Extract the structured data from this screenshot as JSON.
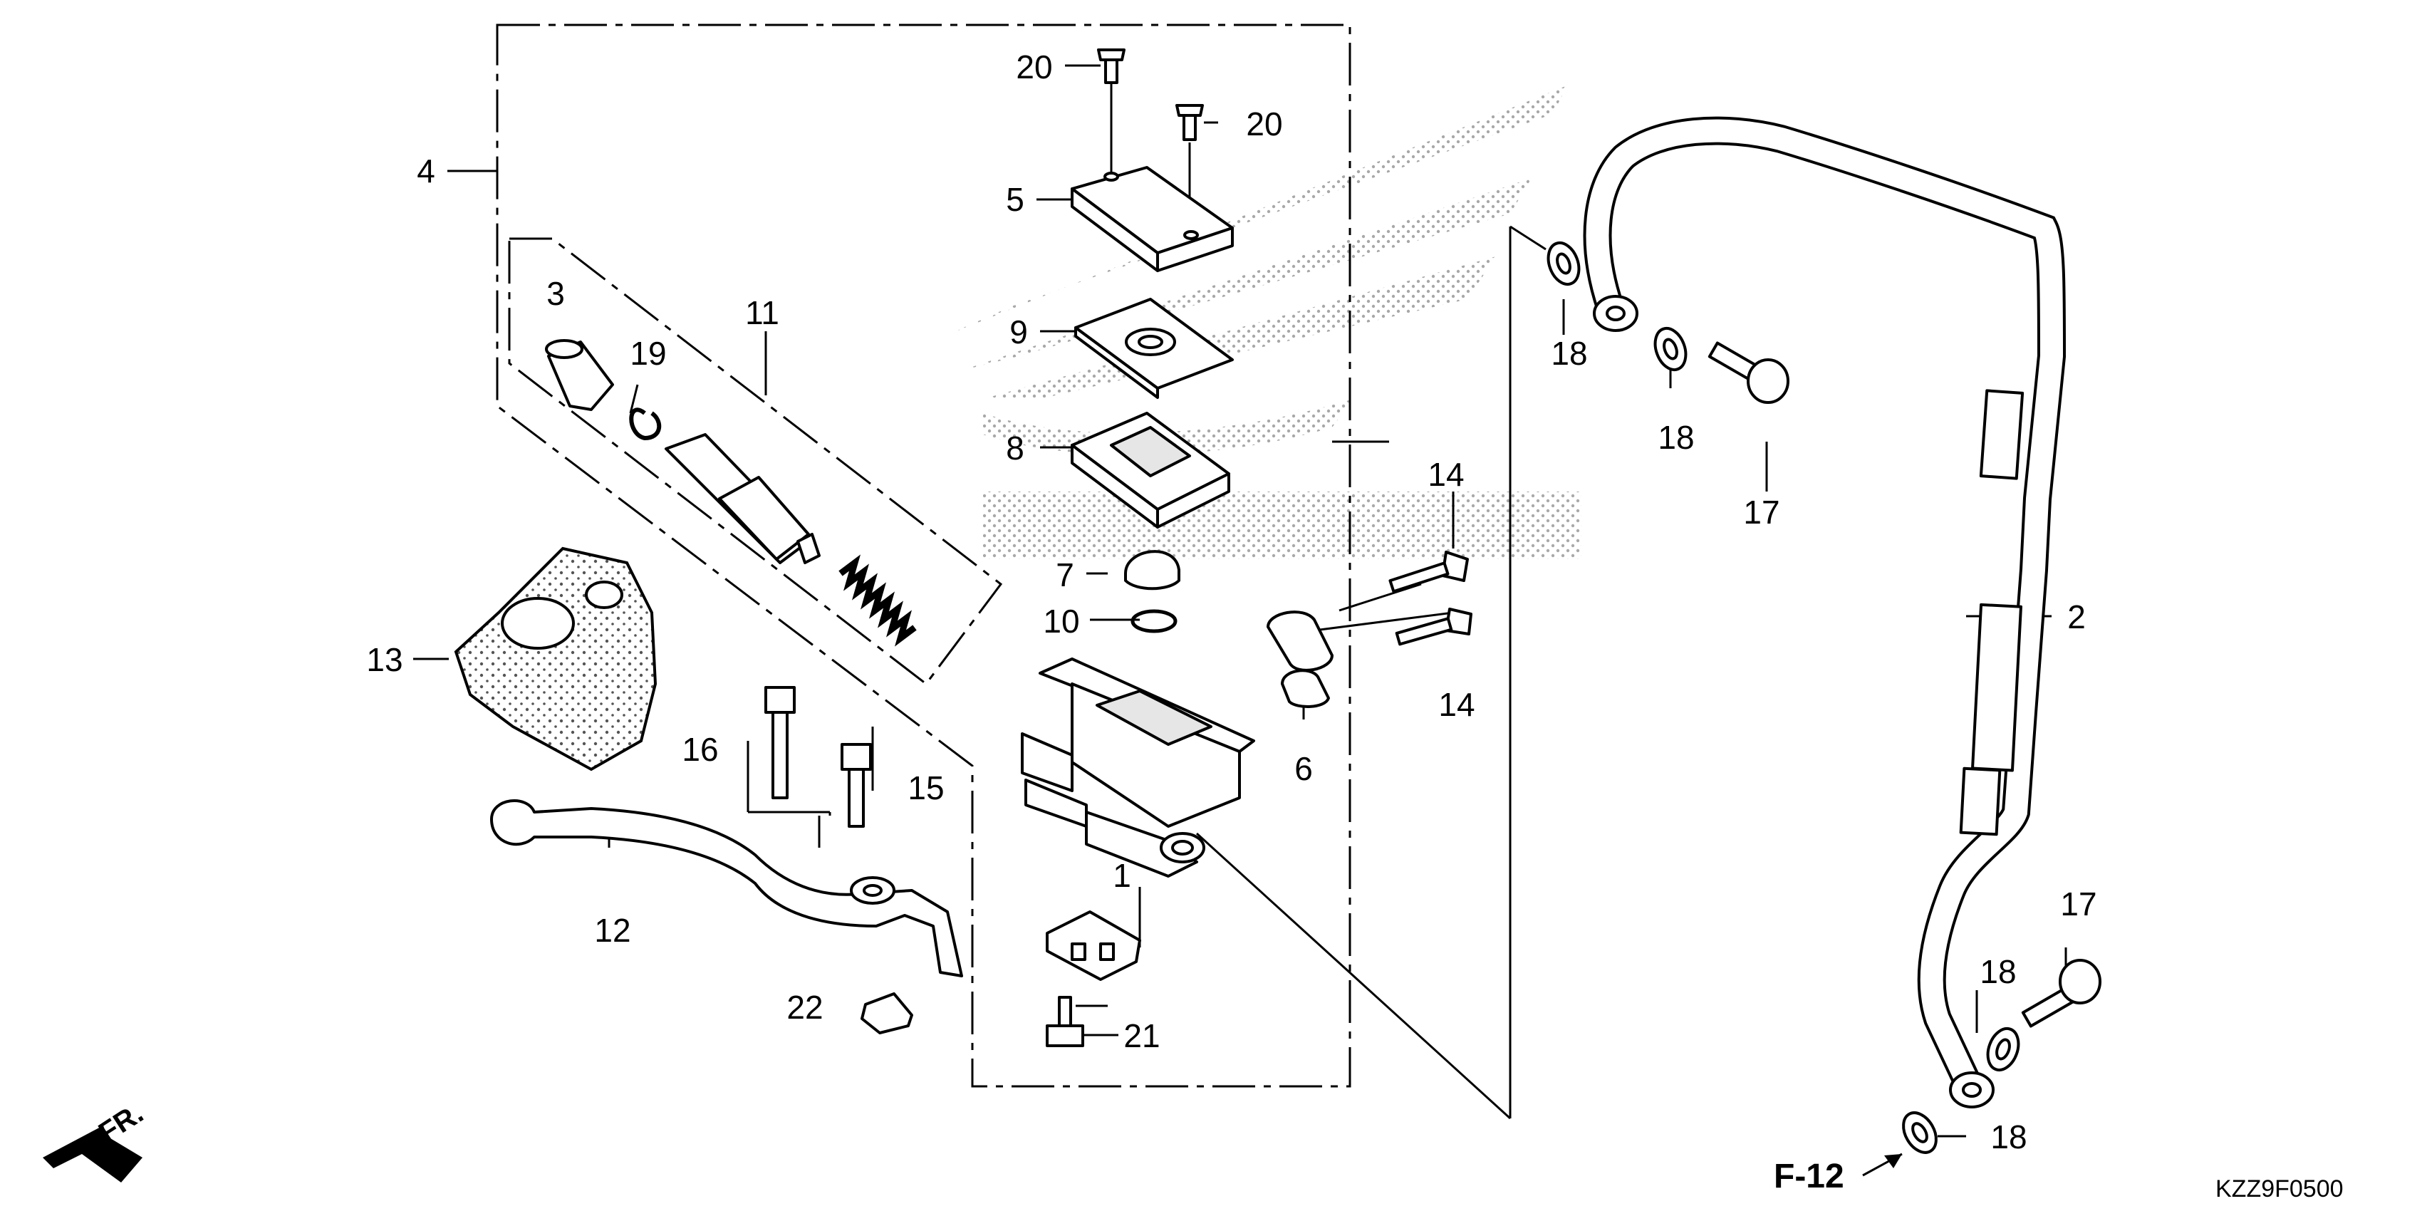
{
  "callouts": [
    {
      "id": "c1",
      "text": "1"
    },
    {
      "id": "c2",
      "text": "2"
    },
    {
      "id": "c3",
      "text": "3"
    },
    {
      "id": "c4",
      "text": "4"
    },
    {
      "id": "c5",
      "text": "5"
    },
    {
      "id": "c6",
      "text": "6"
    },
    {
      "id": "c7",
      "text": "7"
    },
    {
      "id": "c8",
      "text": "8"
    },
    {
      "id": "c9",
      "text": "9"
    },
    {
      "id": "c10",
      "text": "10"
    },
    {
      "id": "c11",
      "text": "11"
    },
    {
      "id": "c12",
      "text": "12"
    },
    {
      "id": "c13",
      "text": "13"
    },
    {
      "id": "c14a",
      "text": "14"
    },
    {
      "id": "c14b",
      "text": "14"
    },
    {
      "id": "c15",
      "text": "15"
    },
    {
      "id": "c16",
      "text": "16"
    },
    {
      "id": "c17a",
      "text": "17"
    },
    {
      "id": "c17b",
      "text": "17"
    },
    {
      "id": "c18a",
      "text": "18"
    },
    {
      "id": "c18b",
      "text": "18"
    },
    {
      "id": "c18c",
      "text": "18"
    },
    {
      "id": "c18d",
      "text": "18"
    },
    {
      "id": "c19",
      "text": "19"
    },
    {
      "id": "c20a",
      "text": "20"
    },
    {
      "id": "c20b",
      "text": "20"
    },
    {
      "id": "c21",
      "text": "21"
    },
    {
      "id": "c22",
      "text": "22"
    }
  ],
  "page_reference": "F-12",
  "direction_marker": "FR.",
  "diagram_code": "KZZ9F0500"
}
